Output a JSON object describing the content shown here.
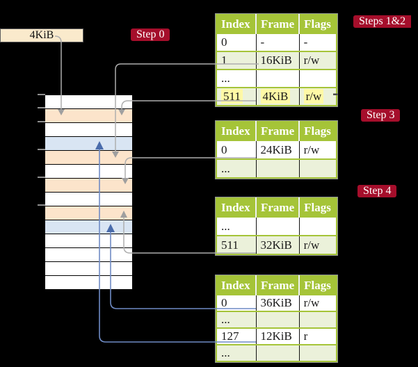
{
  "frame_box": {
    "label": "4KiB"
  },
  "steps": [
    {
      "label": "Step 0"
    },
    {
      "label": "Steps 1&2"
    },
    {
      "label": "Step 3"
    },
    {
      "label": "Step 4"
    }
  ],
  "tables": [
    {
      "name": "page-table-steps-1-2",
      "headers": [
        "Index",
        "Frame",
        "Flags"
      ],
      "rows": [
        {
          "cells": [
            "0",
            "-",
            "-"
          ],
          "highlight": false
        },
        {
          "cells": [
            "1",
            "16KiB",
            "r/w"
          ],
          "highlight": false
        },
        {
          "cells": [
            "...",
            "",
            ""
          ],
          "highlight": false
        },
        {
          "cells": [
            "511",
            "4KiB",
            "r/w"
          ],
          "highlight": true
        }
      ]
    },
    {
      "name": "page-table-step-3",
      "headers": [
        "Index",
        "Frame",
        "Flags"
      ],
      "rows": [
        {
          "cells": [
            "0",
            "24KiB",
            "r/w"
          ],
          "highlight": false
        },
        {
          "cells": [
            "...",
            "",
            ""
          ],
          "highlight": false
        }
      ]
    },
    {
      "name": "page-table-step-4",
      "headers": [
        "Index",
        "Frame",
        "Flags"
      ],
      "rows": [
        {
          "cells": [
            "...",
            "",
            ""
          ],
          "highlight": false
        },
        {
          "cells": [
            "511",
            "32KiB",
            "r/w"
          ],
          "highlight": false
        }
      ]
    },
    {
      "name": "page-table-final",
      "headers": [
        "Index",
        "Frame",
        "Flags"
      ],
      "rows": [
        {
          "cells": [
            "0",
            "36KiB",
            "r/w"
          ],
          "highlight": false
        },
        {
          "cells": [
            "...",
            "",
            ""
          ],
          "highlight": false
        },
        {
          "cells": [
            "127",
            "12KiB",
            "r"
          ],
          "highlight": false
        },
        {
          "cells": [
            "...",
            "",
            ""
          ],
          "highlight": false
        }
      ]
    }
  ],
  "memory_stack": {
    "rows": [
      {
        "color": "#ffffff"
      },
      {
        "color": "#fce4cb"
      },
      {
        "color": "#ffffff"
      },
      {
        "color": "#d9e5f3"
      },
      {
        "color": "#fce4cb"
      },
      {
        "color": "#ffffff"
      },
      {
        "color": "#fce4cb"
      },
      {
        "color": "#ffffff"
      },
      {
        "color": "#fce4cb"
      },
      {
        "color": "#d9e5f3"
      },
      {
        "color": "#ffffff"
      },
      {
        "color": "#ffffff"
      },
      {
        "color": "#ffffff"
      },
      {
        "color": "#ffffff"
      }
    ]
  },
  "arrows": [
    {
      "from": "4KiB box",
      "to": "frame row 2 (4KiB)",
      "color": "gray"
    },
    {
      "from": "table1 entry 1 (16KiB)",
      "to": "frame row 5",
      "color": "gray"
    },
    {
      "from": "table1 entry 511 (4KiB)",
      "to": "frame row 2",
      "color": "gray"
    },
    {
      "from": "table2 entry 0 (24KiB)",
      "to": "frame row 7",
      "color": "gray"
    },
    {
      "from": "table3 entry 511 (32KiB)",
      "to": "frame row 9",
      "color": "gray"
    },
    {
      "from": "table4 entry 0 (36KiB)",
      "to": "frame row 10",
      "color": "blue"
    },
    {
      "from": "table4 entry 127 (12KiB)",
      "to": "frame row 4",
      "color": "blue"
    }
  ],
  "colors": {
    "background": "#000000",
    "table_header_green": "#a5c438",
    "table_row_green": "#ebf1da",
    "label_red": "#a50e2b",
    "frame_peach": "#fce4cb",
    "frame_blue": "#d9e5f3",
    "pointer_box_wheat": "#faeacc",
    "highlight_yellow": "#fff9a6",
    "gray_connector": "#aeaeae",
    "blue_connector": "#6f8bc5"
  }
}
